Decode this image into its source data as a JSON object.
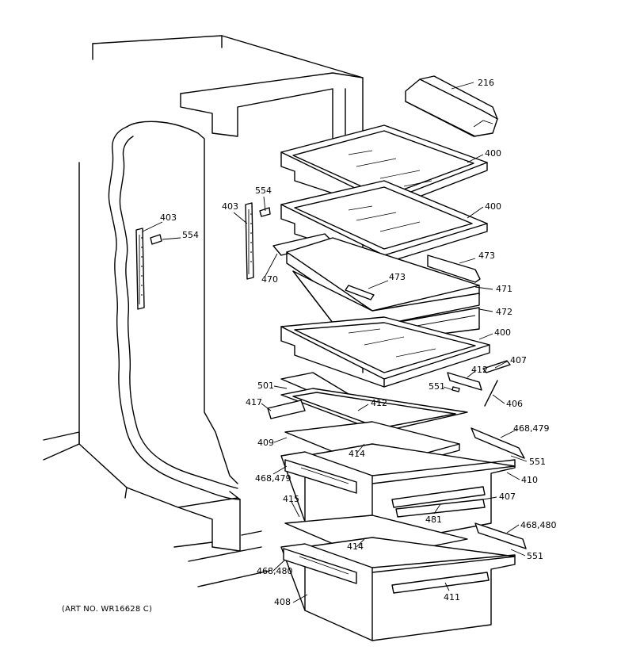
{
  "art_number": "(ART NO. WR16628 C)",
  "callouts": [
    "216",
    "400",
    "400",
    "554",
    "403",
    "554",
    "403",
    "473",
    "470",
    "473",
    "471",
    "472",
    "400",
    "407",
    "412",
    "551",
    "406",
    "501",
    "417",
    "412",
    "468,479",
    "409",
    "414",
    "551",
    "468,479",
    "410",
    "407",
    "415",
    "481",
    "468,480",
    "414",
    "551",
    "468,480",
    "408",
    "411"
  ]
}
